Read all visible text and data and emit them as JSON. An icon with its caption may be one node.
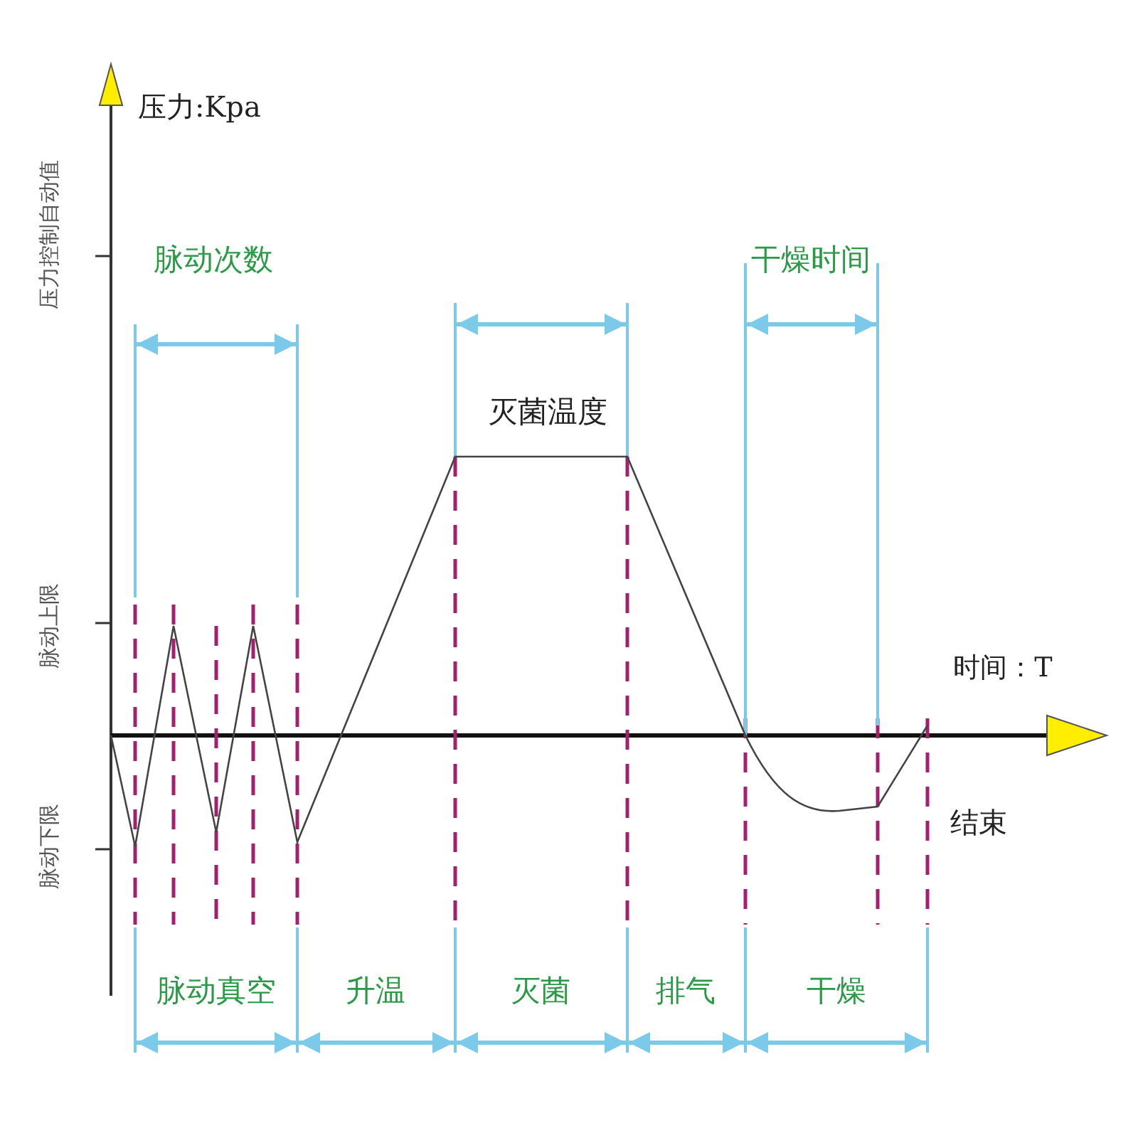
{
  "diagram": {
    "labels": [
      "压力:Kpa",
      "压力控制自动值",
      "脉动次数",
      "干燥时间",
      "灭菌温度",
      "脉动上限",
      "时间：T",
      "脉动下限",
      "结束",
      "脉动真空",
      "升温",
      "灭菌",
      "排气",
      "干燥"
    ]
  }
}
